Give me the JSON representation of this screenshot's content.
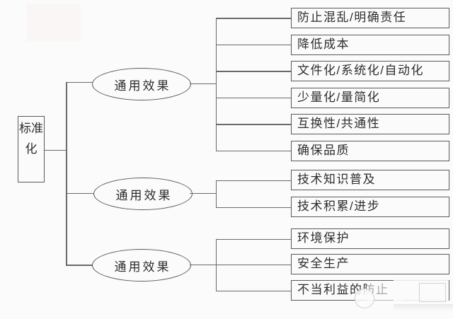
{
  "diagram": {
    "root": {
      "label": "标准化"
    },
    "groups": [
      {
        "effect_label": "通用效果",
        "items": [
          "防止混乱/明确责任",
          "降低成本",
          "文件化/系统化/自动化",
          "少量化/量简化",
          "互换性/共通性",
          "确保品质"
        ]
      },
      {
        "effect_label": "通用效果",
        "items": [
          "技术知识普及",
          "技术积累/进步"
        ]
      },
      {
        "effect_label": "通用效果",
        "items": [
          "环境保护",
          "安全生产",
          "不当利益的防止"
        ]
      }
    ],
    "colors": {
      "background": "#fbfbfb",
      "line": "#6a6a6a",
      "node_border": "#595959",
      "text": "#2d2d2d"
    }
  }
}
